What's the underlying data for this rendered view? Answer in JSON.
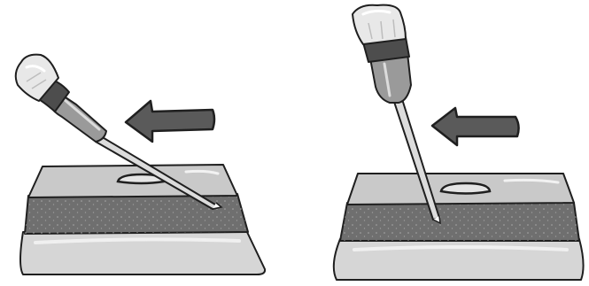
{
  "figure": {
    "panels": [
      {
        "id": "shallow-angle-insertion",
        "components": [
          "syringe",
          "needle",
          "skin-layers",
          "direction-arrow"
        ],
        "arrow_direction": "left"
      },
      {
        "id": "steep-angle-insertion",
        "components": [
          "syringe",
          "needle",
          "skin-layers",
          "direction-arrow"
        ],
        "arrow_direction": "left"
      }
    ],
    "colors": {
      "outline": "#1f1f1f",
      "top_layer": "#c9c9c9",
      "middle_layer": "#6f6f6f",
      "bottom_layer": "#d6d6d6",
      "arrow": "#5a5a5a",
      "syringe_cap": "#e8e8e8",
      "syringe_ring": "#4d4d4d",
      "syringe_hub": "#9a9a9a",
      "needle": "#dcdcdc"
    },
    "icons": [
      "syringe-icon",
      "arrow-left-icon"
    ]
  }
}
